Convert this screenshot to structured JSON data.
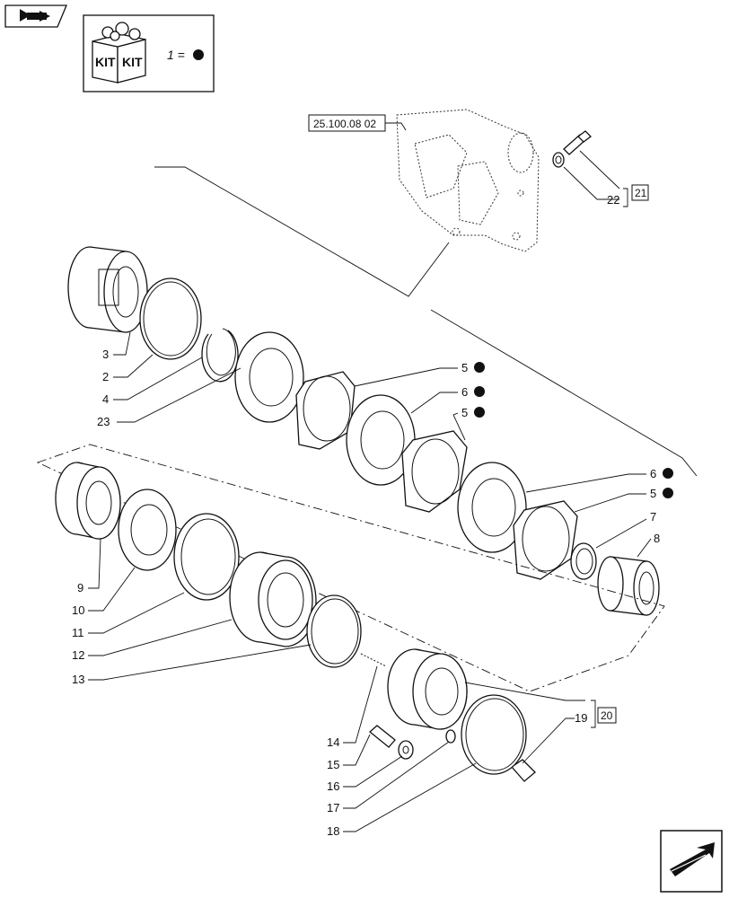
{
  "nav": {
    "back_icon": "back-arrow-icon",
    "next_icon": "next-page-arrow-icon"
  },
  "kit_legend": {
    "kit_label_left": "KIT",
    "kit_label_right": "KIT",
    "equation": "1 =",
    "marker": "filled-circle"
  },
  "reference": {
    "assembly_ref": "25.100.08 02",
    "group_20": "20",
    "group_21": "21"
  },
  "callouts": {
    "c2": "2",
    "c3": "3",
    "c4": "4",
    "c5a": "5",
    "c5b": "5",
    "c5c": "5",
    "c6a": "6",
    "c6b": "6",
    "c7": "7",
    "c8": "8",
    "c9": "9",
    "c10": "10",
    "c11": "11",
    "c12": "12",
    "c13": "13",
    "c14": "14",
    "c15": "15",
    "c16": "16",
    "c17": "17",
    "c18": "18",
    "c19": "19",
    "c22": "22",
    "c23": "23"
  },
  "colors": {
    "ink": "#111111",
    "background": "#ffffff"
  }
}
